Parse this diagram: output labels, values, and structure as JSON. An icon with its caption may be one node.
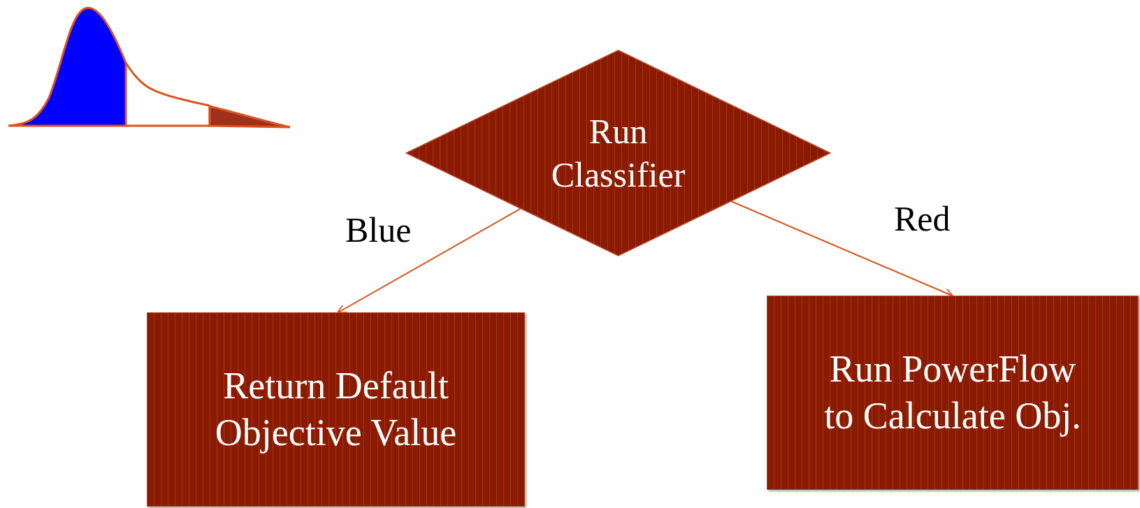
{
  "diagram": {
    "nodes": [
      {
        "text": [
          "Run Classifier"
        ]
      },
      {
        "text": [
          "Return Default Objective Value"
        ]
      },
      {
        "text": [
          "Run PowerFlow to Calculate Obj."
        ]
      }
    ],
    "edges": [
      {
        "from": 0,
        "to": 1,
        "arrow": "to",
        "label": "Blue"
      },
      {
        "from": 0,
        "to": 2,
        "arrow": "to",
        "label": "Red"
      }
    ]
  }
}
